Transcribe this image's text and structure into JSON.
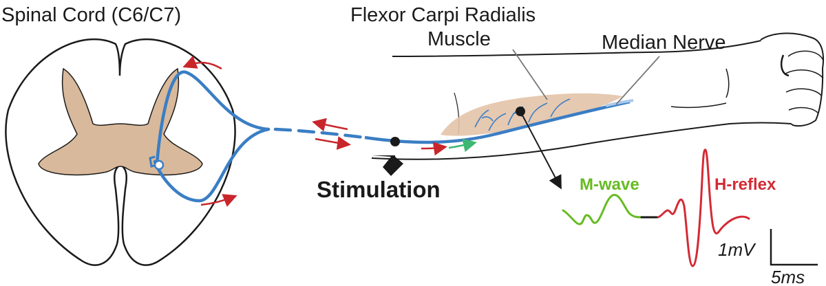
{
  "labels": {
    "spinal_cord": "Spinal Cord (C6/C7)",
    "muscle_line1": "Flexor Carpi Radialis",
    "muscle_line2": "Muscle",
    "nerve": "Median Nerve",
    "stimulation": "Stimulation",
    "m_wave": "M-wave",
    "h_reflex": "H-reflex",
    "scale_amplitude": "1mV",
    "scale_time": "5ms"
  },
  "colors": {
    "nerve": "#3a7ec4",
    "grey_matter": "#d9b99b",
    "muscle": "#e3c3a8",
    "afferent_arrow": "#c8262b",
    "efferent_arrow": "#3cb870",
    "m_wave": "#66bb22",
    "h_reflex": "#d42a34",
    "outline": "#1a1a1a"
  },
  "icons": {
    "stimulation": "lightning-bolt-icon",
    "electrode": "electrode-dot-icon"
  }
}
